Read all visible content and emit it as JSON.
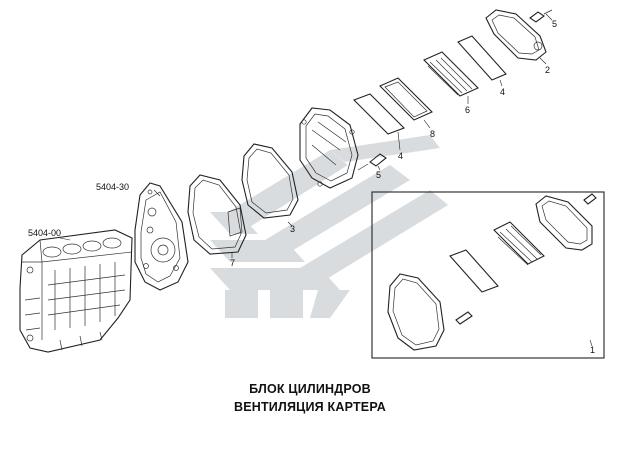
{
  "labels": {
    "block_code": "5404-00",
    "cover_code": "5404-30",
    "n1": "1",
    "n2": "2",
    "n3": "3",
    "n4a": "4",
    "n4b": "4",
    "n5a": "5",
    "n5b": "5",
    "n6": "6",
    "n7": "7",
    "n8": "8"
  },
  "caption": {
    "line1": "БЛОК ЦИЛИНДРОВ",
    "line2": "ВЕНТИЛЯЦИЯ КАРТЕРА"
  },
  "colors": {
    "line": "#222222",
    "watermark": "#d9dcde"
  }
}
